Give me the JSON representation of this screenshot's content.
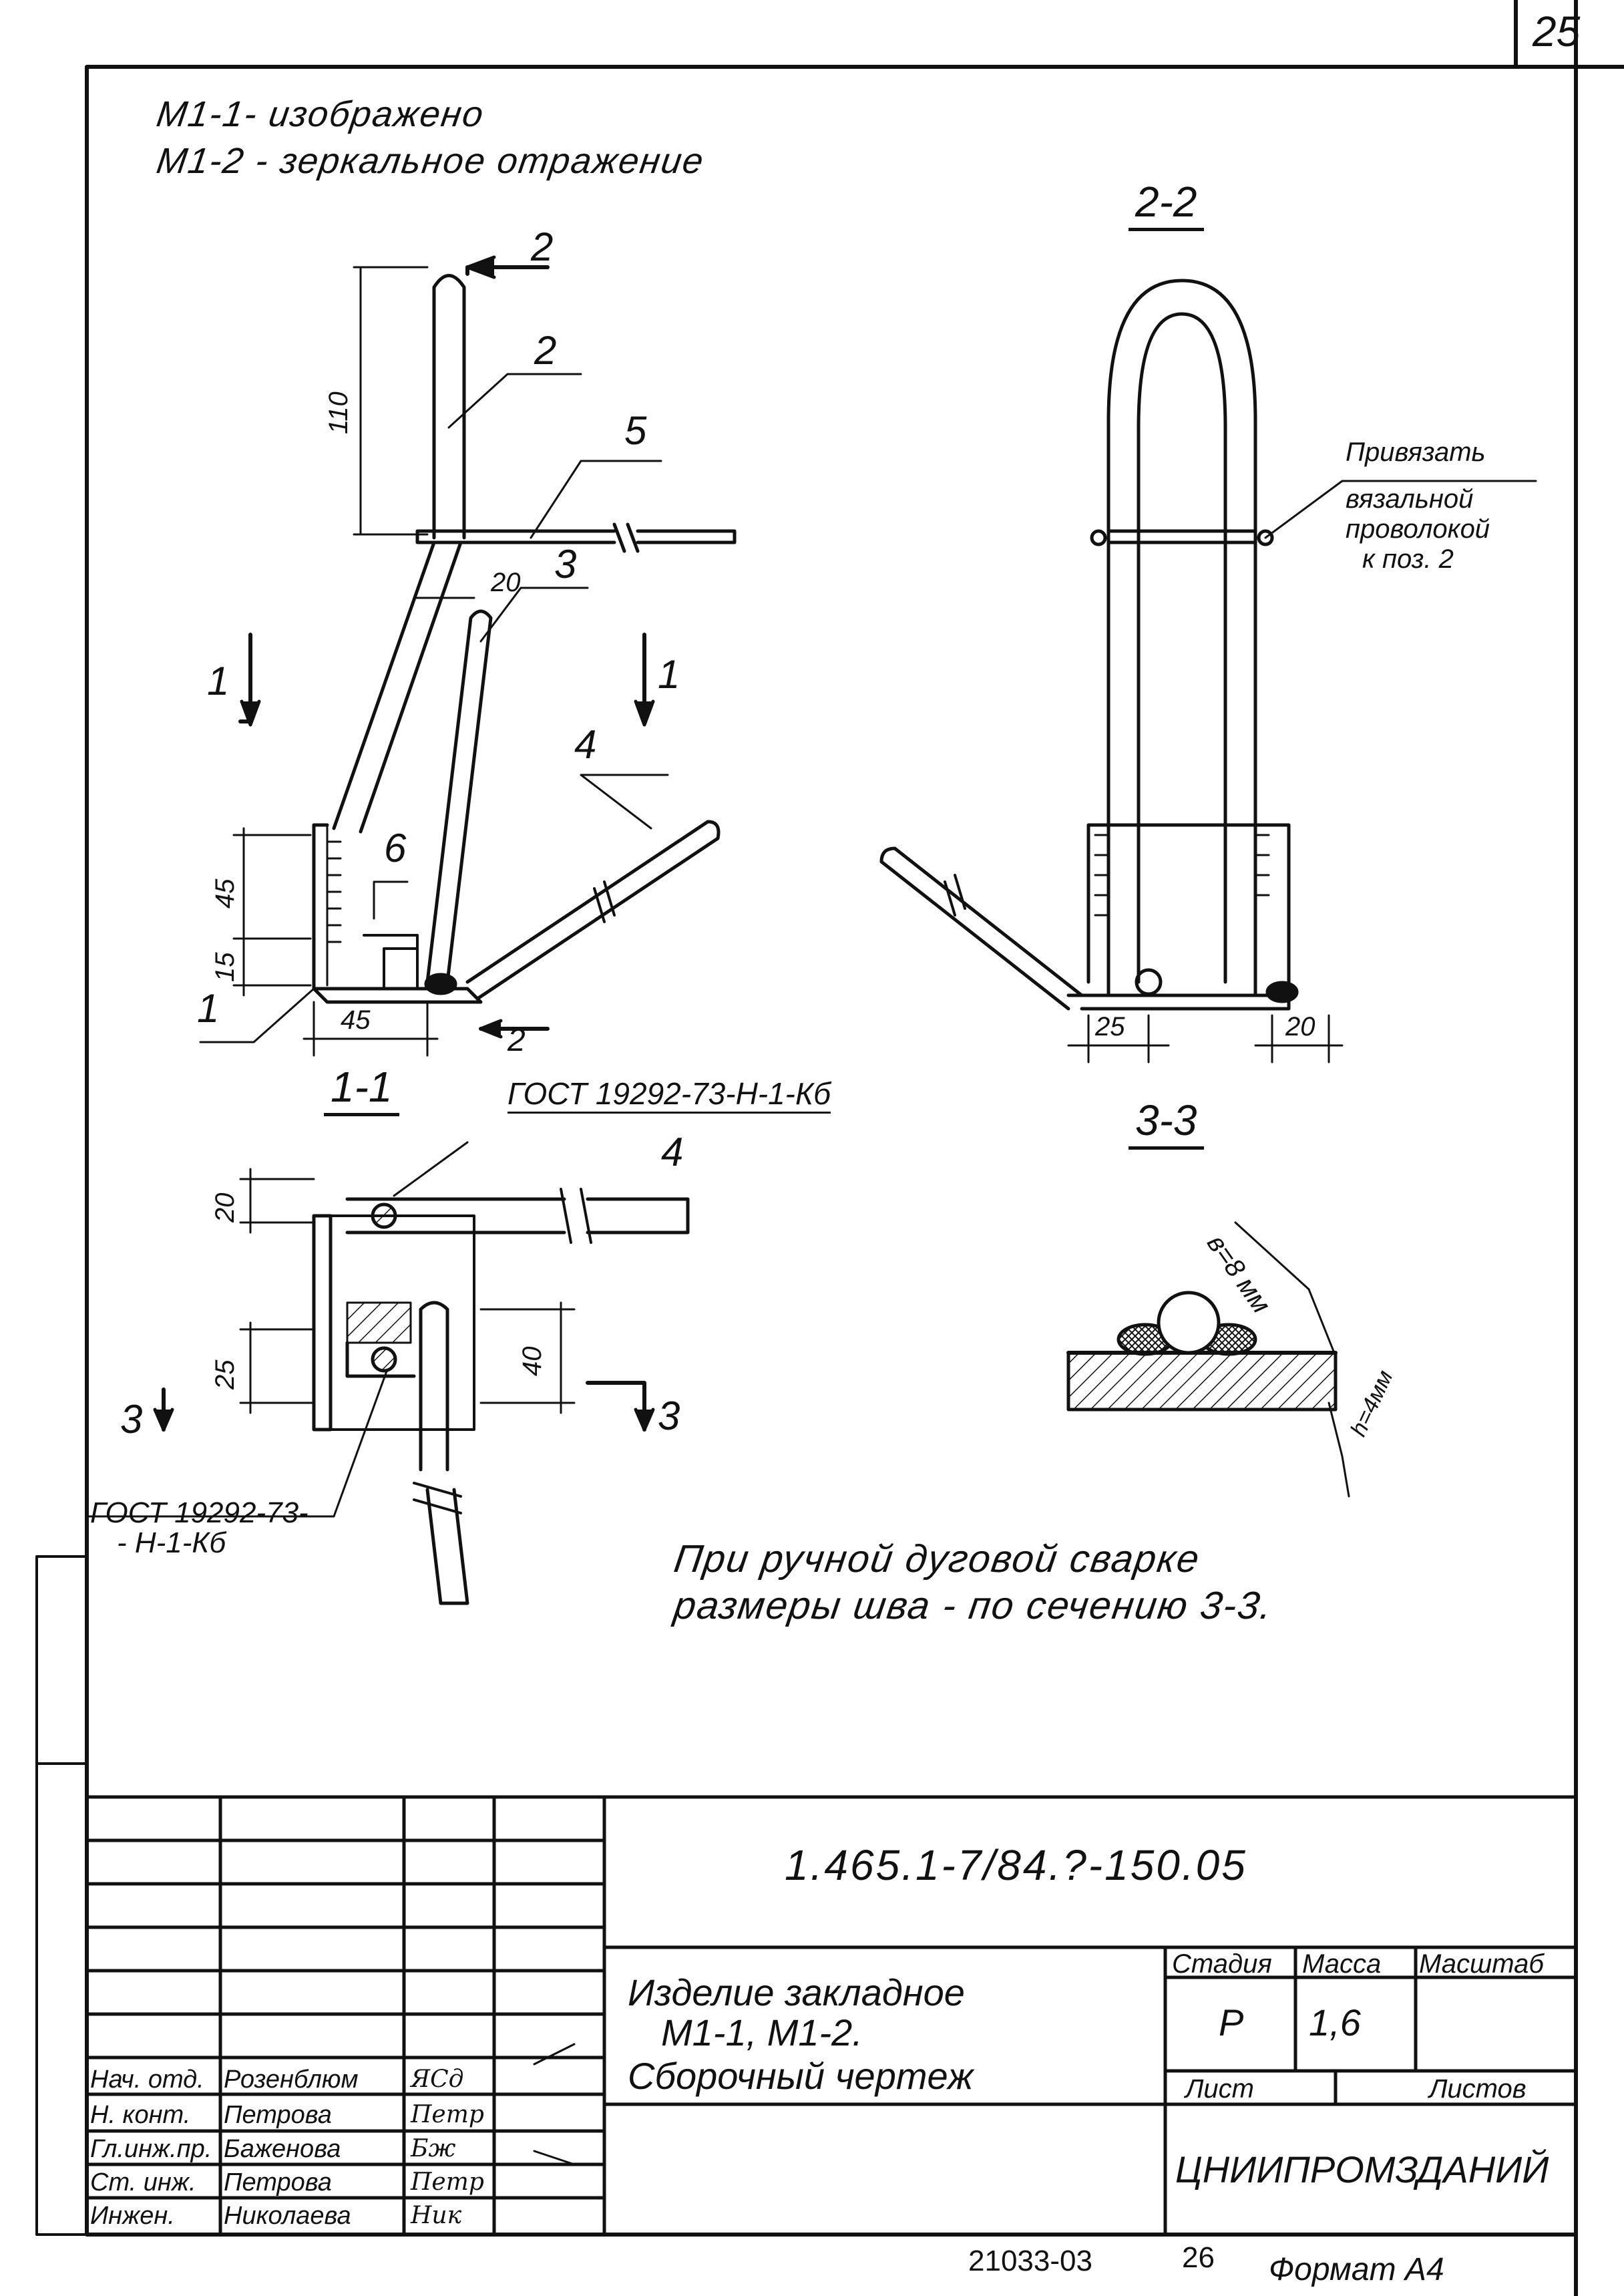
{
  "page_number": "25",
  "header_notes": [
    "M1-1- изображено",
    "M1-2 - зеркальное отражение"
  ],
  "sections": {
    "s22": "2-2",
    "s11": "1-1",
    "s33": "3-3"
  },
  "positions": {
    "p2": "2",
    "p5": "5",
    "p3": "3",
    "p4": "4",
    "p6": "6",
    "p1": "1",
    "p4b": "4"
  },
  "cut_marks": {
    "two_top": "2",
    "two_bottom": "2",
    "one_left": "1",
    "one_right": "1",
    "three_left": "3",
    "three_right": "3"
  },
  "dimensions": {
    "d110": "110",
    "d20_top": "20",
    "d45_side": "45",
    "d15": "15",
    "d45_bottom": "45",
    "d25_s22": "25",
    "d20_s22": "20",
    "d20_s11": "20",
    "d25_s11": "25",
    "d40_s11": "40",
    "b8": "в=8 мм",
    "h4": "h=4мм"
  },
  "gost_top": "ГОСТ 19292-73-Н-1-Кб",
  "gost_bottom": [
    "ГОСТ 19292-73-",
    "- Н-1-Кб"
  ],
  "tie_note": [
    "Привязать",
    "вязальной",
    "проволокой",
    "к поз. 2"
  ],
  "weld_note": [
    "При ручной дуговой сварке",
    "размеры шва - по сечению 3-3."
  ],
  "title_block": {
    "doc_code": "1.465.1-7/84.?-150.05",
    "product_title": [
      "Изделие закладное",
      "М1-1, М1-2.",
      "Сборочный чертеж"
    ],
    "stage_label": "Стадия",
    "mass_label": "Масса",
    "scale_label": "Масштаб",
    "stage_value": "Р",
    "mass_value": "1,6",
    "sheet_label": "Лист",
    "sheets_label": "Листов",
    "organization": "ЦНИИПРОМЗДАНИЙ",
    "staff": [
      {
        "role": "Нач. отд.",
        "name": "Розенблюм",
        "sign": "ЯСд"
      },
      {
        "role": "Н. конт.",
        "name": "Петрова",
        "sign": "Петр"
      },
      {
        "role": "Гл.инж.пр.",
        "name": "Баженова",
        "sign": "Бж"
      },
      {
        "role": "Ст. инж.",
        "name": "Петрова",
        "sign": "Петр"
      },
      {
        "role": "Инжен.",
        "name": "Николаева",
        "sign": "Ник"
      }
    ]
  },
  "footer": {
    "inventory": "21033-03",
    "page": "26",
    "format": "Формат А4"
  }
}
